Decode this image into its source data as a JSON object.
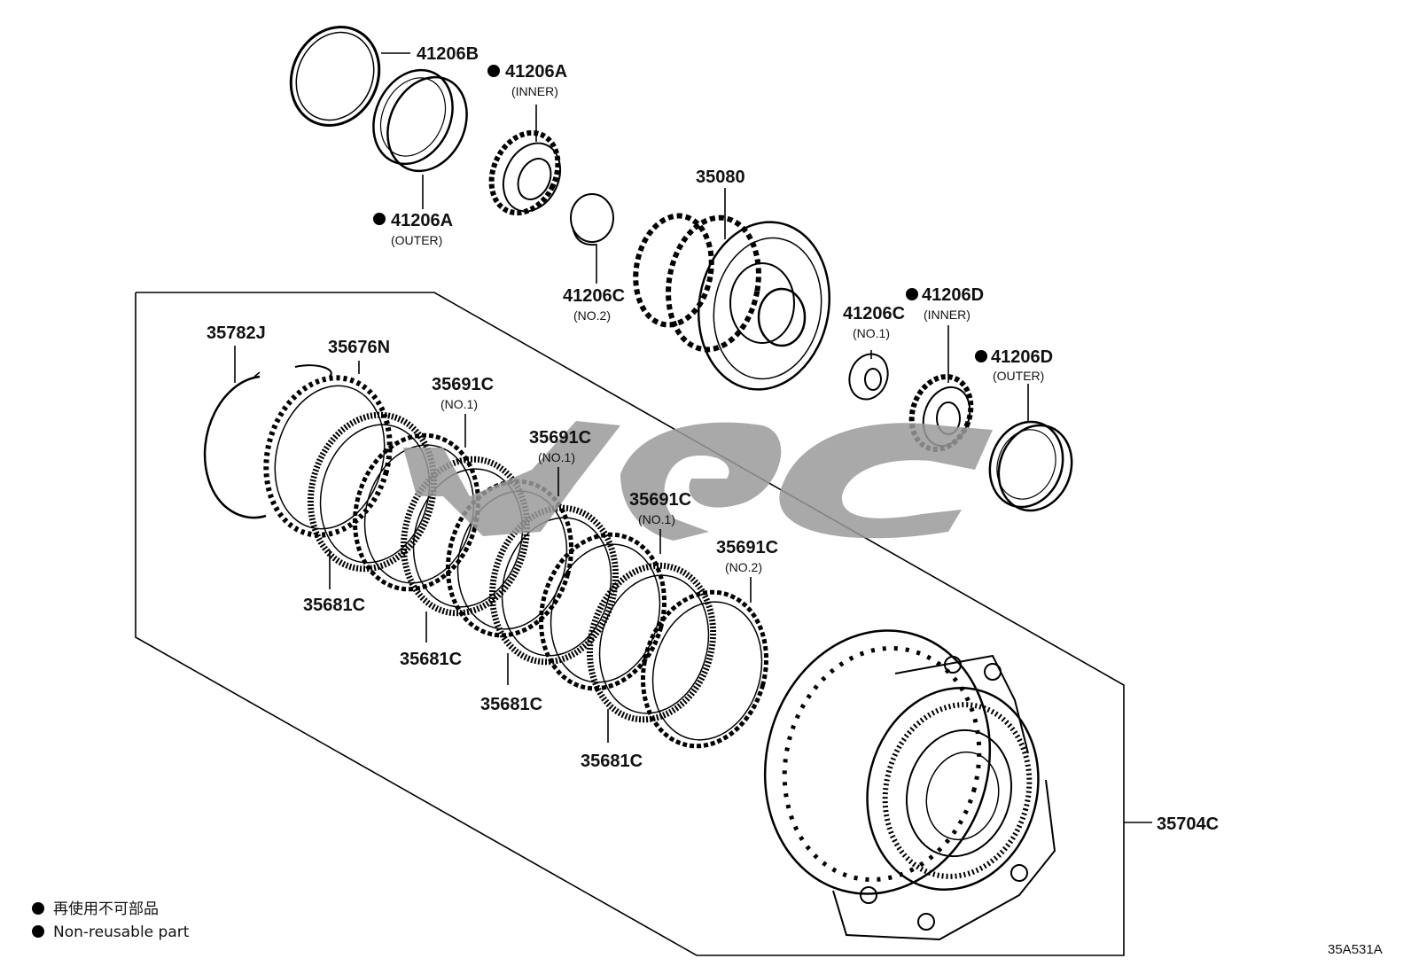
{
  "callouts": [
    {
      "id": "c1",
      "text": "41206B",
      "sub": "",
      "bullet": false
    },
    {
      "id": "c2",
      "text": "41206A",
      "sub": "(INNER)",
      "bullet": true
    },
    {
      "id": "c3",
      "text": "41206A",
      "sub": "(OUTER)",
      "bullet": true
    },
    {
      "id": "c4",
      "text": "35080",
      "sub": "",
      "bullet": false
    },
    {
      "id": "c5",
      "text": "41206C",
      "sub": "(NO.2)",
      "bullet": false
    },
    {
      "id": "c6",
      "text": "41206D",
      "sub": "(INNER)",
      "bullet": true
    },
    {
      "id": "c7",
      "text": "41206C",
      "sub": "(NO.1)",
      "bullet": false
    },
    {
      "id": "c8",
      "text": "41206D",
      "sub": "(OUTER)",
      "bullet": true
    },
    {
      "id": "c9",
      "text": "35782J",
      "sub": "",
      "bullet": false
    },
    {
      "id": "c10",
      "text": "35676N",
      "sub": "",
      "bullet": false
    },
    {
      "id": "c11",
      "text": "35691C",
      "sub": "(NO.1)",
      "bullet": false
    },
    {
      "id": "c12",
      "text": "35691C",
      "sub": "(NO.1)",
      "bullet": false
    },
    {
      "id": "c13",
      "text": "35691C",
      "sub": "(NO.1)",
      "bullet": false
    },
    {
      "id": "c14",
      "text": "35691C",
      "sub": "(NO.2)",
      "bullet": false
    },
    {
      "id": "c15",
      "text": "35681C",
      "sub": "",
      "bullet": false
    },
    {
      "id": "c16",
      "text": "35681C",
      "sub": "",
      "bullet": false
    },
    {
      "id": "c17",
      "text": "35681C",
      "sub": "",
      "bullet": false
    },
    {
      "id": "c18",
      "text": "35681C",
      "sub": "",
      "bullet": false
    },
    {
      "id": "c19",
      "text": "35704C",
      "sub": "",
      "bullet": false
    }
  ],
  "legend": {
    "line1": "再使用不可部品",
    "line2": "Non-reusable part"
  },
  "diagram_code": "35A531A"
}
